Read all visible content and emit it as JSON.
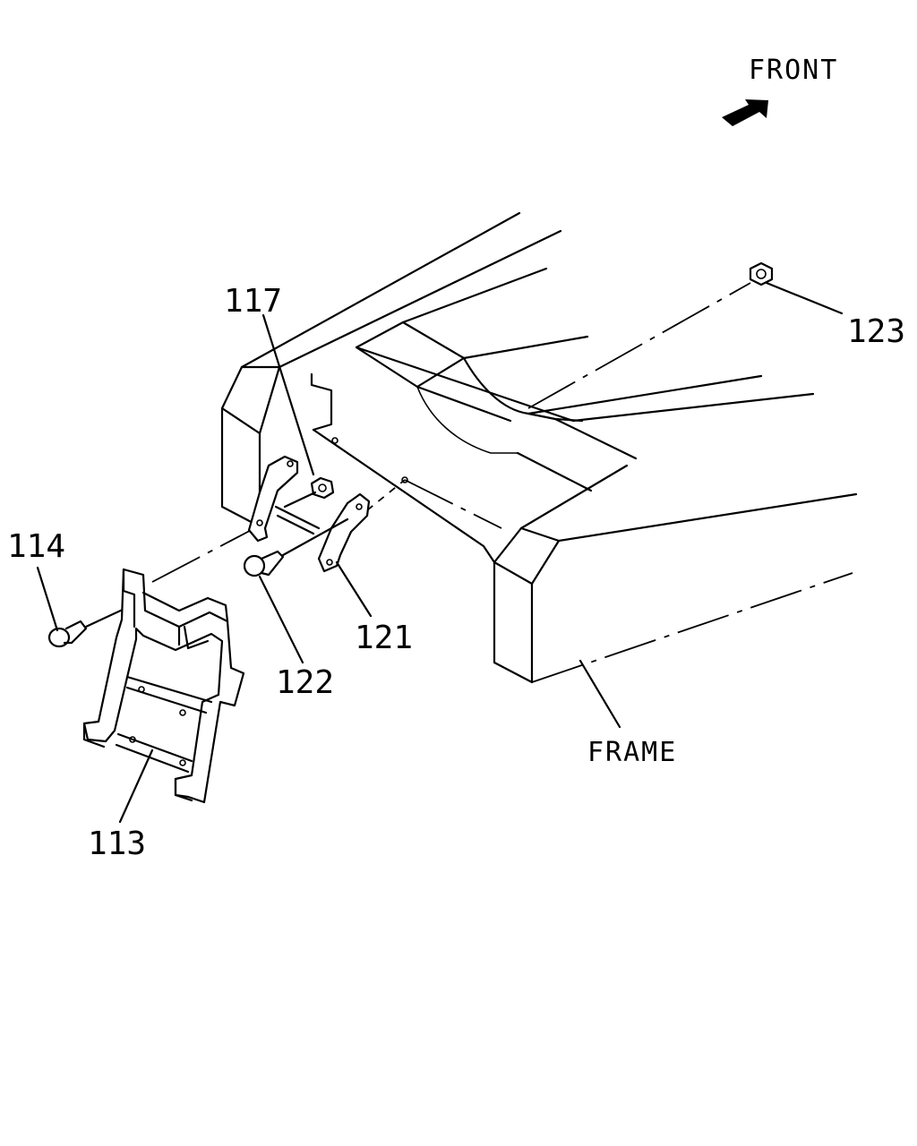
{
  "diagram": {
    "orientation_label": "FRONT",
    "frame_label": "FRAME",
    "callouts": {
      "p113": "113",
      "p114": "114",
      "p117": "117",
      "p121": "121",
      "p122": "122",
      "p123": "123"
    }
  },
  "icons": {
    "front_arrow": "arrow-icon"
  }
}
